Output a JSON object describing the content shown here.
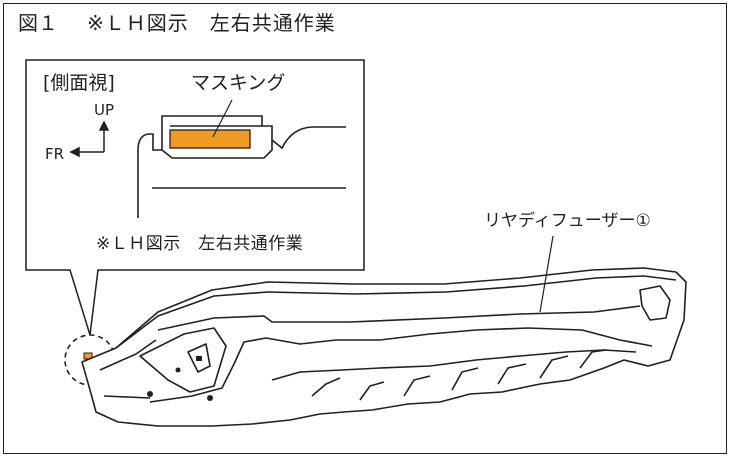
{
  "figure": {
    "number": "図１",
    "note": "※ＬＨ図示　左右共通作業"
  },
  "inset": {
    "view_label": "[側面視]",
    "masking_label": "マスキング",
    "up_label": "UP",
    "fr_label": "FR",
    "note": "※ＬＨ図示　左右共通作業"
  },
  "part": {
    "label": "リヤディフューザー①"
  },
  "colors": {
    "line": "#231f20",
    "masking_fill": "#f39a21",
    "background": "#ffffff"
  }
}
